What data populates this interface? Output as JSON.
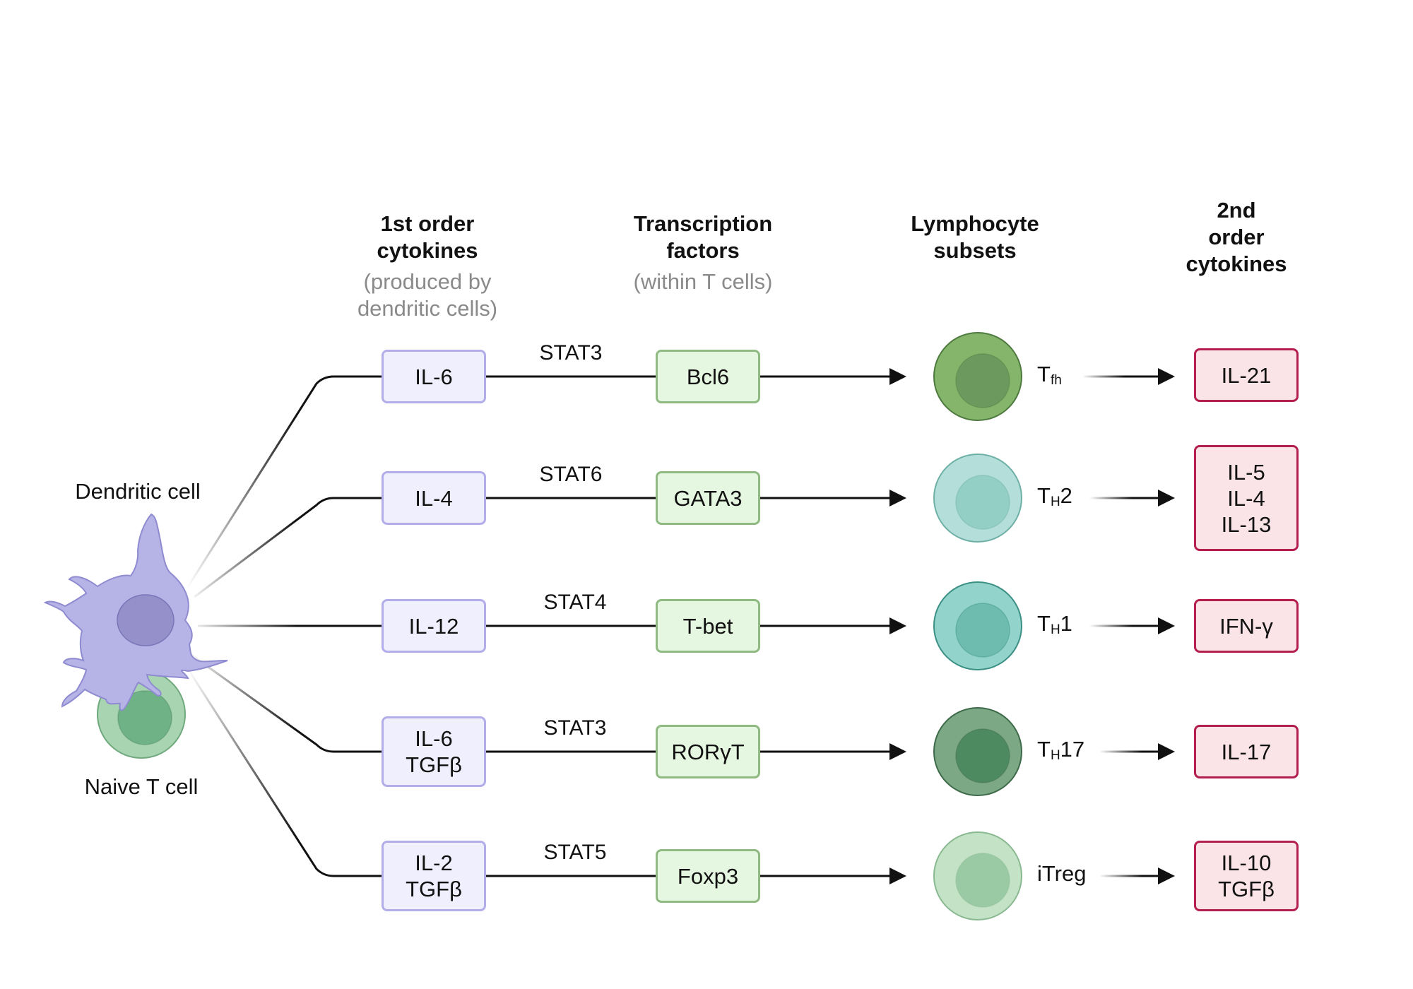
{
  "headers": {
    "first_order_title": [
      "1st order",
      "cytokines"
    ],
    "first_order_subtitle": [
      "(produced by",
      "dendritic cells)"
    ],
    "transcription_title": [
      "Transcription",
      "factors"
    ],
    "transcription_subtitle": "(within T cells)",
    "lymphocyte_title": [
      "Lymphocyte",
      "subsets"
    ],
    "second_order_title": [
      "2nd",
      "order",
      "cytokines"
    ]
  },
  "cells": {
    "dendritic_label": "Dendritic cell",
    "naive_label": "Naive T cell"
  },
  "colors": {
    "dendritic": "#b6b3e6",
    "dendritic_nucleus": "#9590c9",
    "naive": "#a9d4b2",
    "naive_nucleus": "#6fb286"
  },
  "pathways": [
    {
      "cytokines_in": [
        "IL-6"
      ],
      "stat": "STAT3",
      "factor": "Bcl6",
      "subset": {
        "prefix": "T",
        "sub": "fh",
        "suffix": ""
      },
      "cytokines_out": [
        "IL-21"
      ],
      "cell_outer": "#84b56b",
      "cell_inner": "#6c9a5e",
      "cell_border": "#4e7a3f"
    },
    {
      "cytokines_in": [
        "IL-4"
      ],
      "stat": "STAT6",
      "factor": "GATA3",
      "subset": {
        "prefix": "T",
        "sub": "H",
        "suffix": "2"
      },
      "cytokines_out": [
        "IL-5",
        "IL-4",
        "IL-13"
      ],
      "cell_outer": "#b3ded9",
      "cell_inner": "#93cfc5",
      "cell_border": "#6fb0a6"
    },
    {
      "cytokines_in": [
        "IL-12"
      ],
      "stat": "STAT4",
      "factor": "T-bet",
      "subset": {
        "prefix": "T",
        "sub": "H",
        "suffix": "1"
      },
      "cytokines_out": [
        "IFN-γ"
      ],
      "cell_outer": "#92d4cc",
      "cell_inner": "#6dbcaf",
      "cell_border": "#3c8f85"
    },
    {
      "cytokines_in": [
        "IL-6",
        "TGFβ"
      ],
      "stat": "STAT3",
      "factor": "RORγT",
      "subset": {
        "prefix": "T",
        "sub": "H",
        "suffix": "17"
      },
      "cytokines_out": [
        "IL-17"
      ],
      "cell_outer": "#7da885",
      "cell_inner": "#4e8a60",
      "cell_border": "#3d6a49"
    },
    {
      "cytokines_in": [
        "IL-2",
        "TGFβ"
      ],
      "stat": "STAT5",
      "factor": "Foxp3",
      "subset": {
        "prefix": "iTreg",
        "sub": "",
        "suffix": ""
      },
      "cytokines_out": [
        "IL-10",
        "TGFβ"
      ],
      "cell_outer": "#c3e2c6",
      "cell_inner": "#9acaa4",
      "cell_border": "#8ab991"
    }
  ]
}
